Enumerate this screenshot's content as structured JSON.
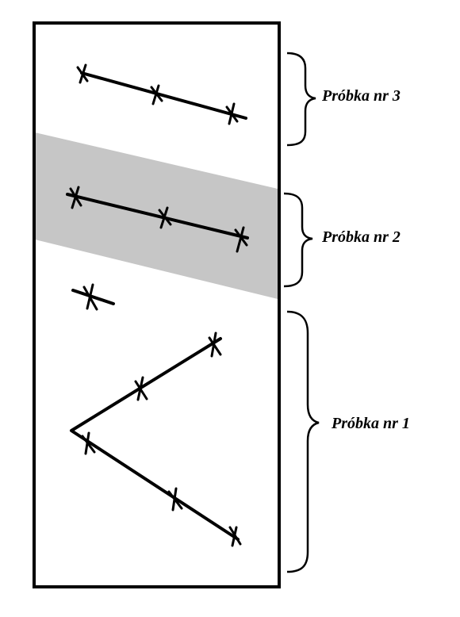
{
  "samples": [
    {
      "label": "Próbka nr 3"
    },
    {
      "label": "Próbka nr 2"
    },
    {
      "label": "Próbka nr 1"
    }
  ],
  "colors": {
    "stroke": "#000000",
    "highlight_band": "#c6c6c6",
    "background": "#ffffff"
  }
}
